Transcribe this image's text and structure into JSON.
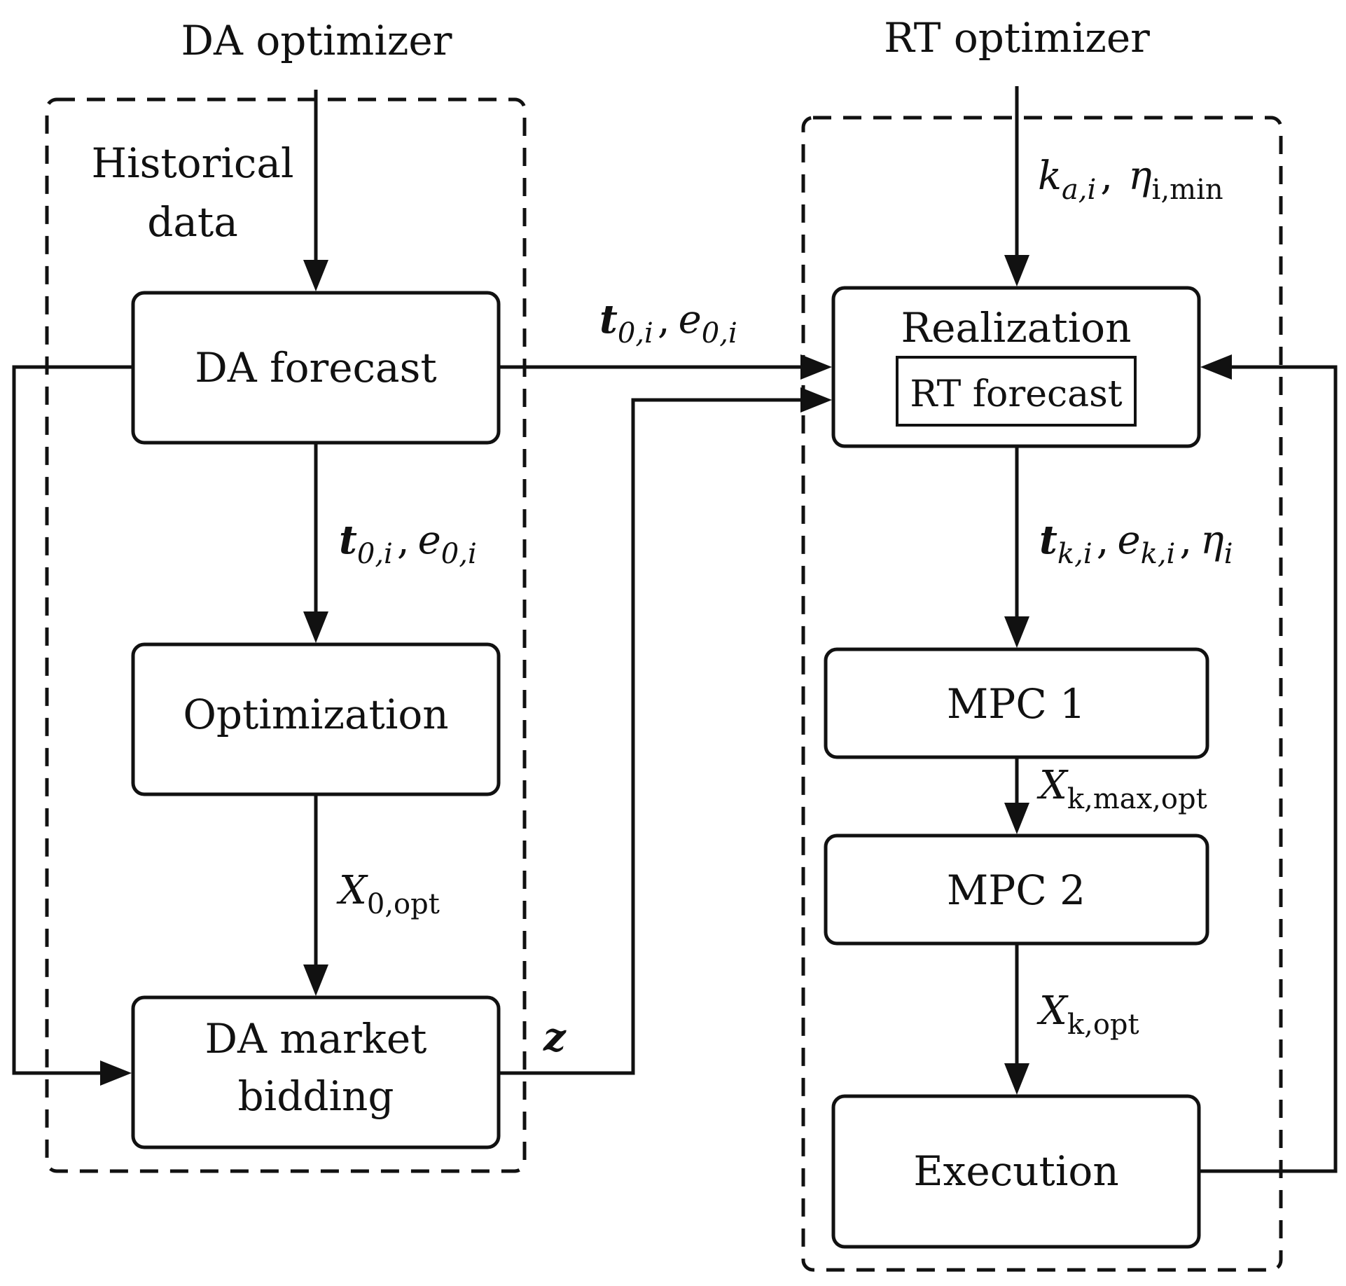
{
  "diagram": {
    "titles": {
      "da_optimizer": "DA optimizer",
      "rt_optimizer": "RT optimizer"
    },
    "da": {
      "historical_line1": "Historical",
      "historical_line2": "data",
      "forecast": "DA forecast",
      "optimization": "Optimization",
      "bidding_line1": "DA market",
      "bidding_line2": "bidding"
    },
    "rt": {
      "realization": "Realization",
      "rt_forecast": "RT forecast",
      "mpc1": "MPC 1",
      "mpc2": "MPC 2",
      "execution": "Execution"
    },
    "labels": {
      "t0": "t",
      "t0_sub": "0,i",
      "sep": ",",
      "e0": "e",
      "e0_sub": "0,i",
      "X": "X",
      "x0opt_sub": "0,opt",
      "z": "z",
      "ka": "k",
      "ka_sub": "a,i",
      "eta": "η",
      "eta_min_sub": "i,min",
      "tk": "t",
      "tk_sub": "k,i",
      "ek": "e",
      "ek_sub": "k,i",
      "eta_i_sub": "i",
      "xkmax_sub": "k,max,opt",
      "xkopt_sub": "k,opt"
    }
  }
}
